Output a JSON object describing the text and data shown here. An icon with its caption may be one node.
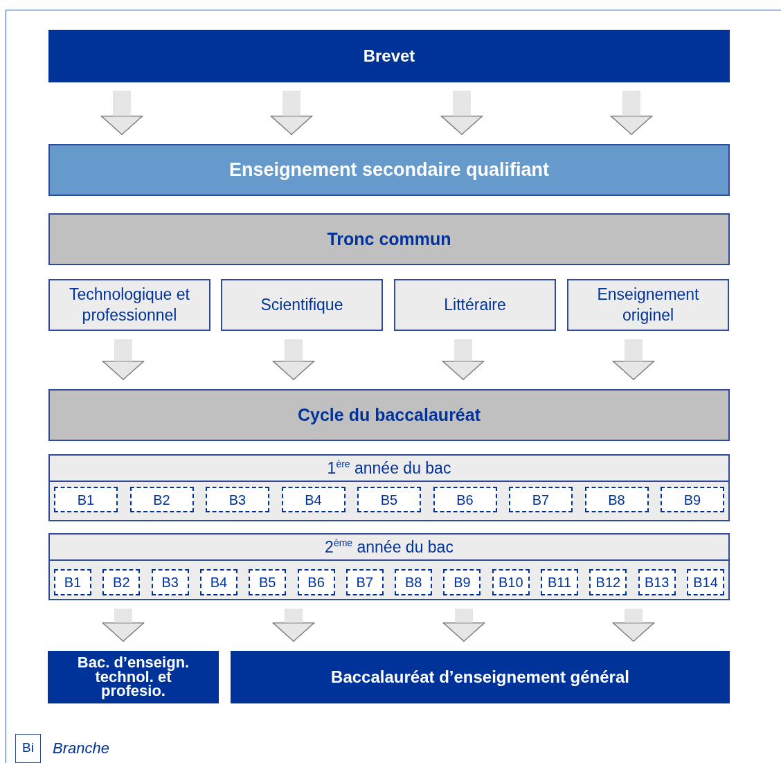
{
  "diagram": {
    "nodes": [
      {
        "text": [
          "Brevet"
        ]
      },
      {
        "text": [
          "Enseignement secondaire qualifiant"
        ]
      },
      {
        "text": [
          "Tronc commun"
        ]
      },
      {
        "text": [
          "Technologique et professionnel"
        ]
      },
      {
        "text": [
          "Scientifique"
        ]
      },
      {
        "text": [
          "Littéraire"
        ]
      },
      {
        "text": [
          "Enseignement originel"
        ]
      },
      {
        "text": [
          "Cycle du baccalauréat"
        ]
      },
      {
        "text": [
          "1$^{ère}$ année du bac"
        ]
      },
      {
        "text": [
          "B1"
        ],
        "in": 8
      },
      {
        "text": [
          "B2"
        ],
        "in": 8
      },
      {
        "text": [
          "B3"
        ],
        "in": 8
      },
      {
        "text": [
          "B4"
        ],
        "in": 8
      },
      {
        "text": [
          "B5"
        ],
        "in": 8
      },
      {
        "text": [
          "B6"
        ],
        "in": 8
      },
      {
        "text": [
          "B7"
        ],
        "in": 8
      },
      {
        "text": [
          "B8"
        ],
        "in": 8
      },
      {
        "text": [
          "B9"
        ],
        "in": 8
      },
      {
        "text": [
          "2$^{ème}$ année du bac"
        ]
      },
      {
        "text": [
          "B1"
        ],
        "in": 18
      },
      {
        "text": [
          "B2"
        ],
        "in": 18
      },
      {
        "text": [
          "B3"
        ],
        "in": 18
      },
      {
        "text": [
          "B4"
        ],
        "in": 18
      },
      {
        "text": [
          "B5"
        ],
        "in": 18
      },
      {
        "text": [
          "B6"
        ],
        "in": 18
      },
      {
        "text": [
          "B7"
        ],
        "in": 18
      },
      {
        "text": [
          "B8"
        ],
        "in": 18
      },
      {
        "text": [
          "B9"
        ],
        "in": 18
      },
      {
        "text": [
          "B10"
        ],
        "in": 18
      },
      {
        "text": [
          "B11"
        ],
        "in": 18
      },
      {
        "text": [
          "B12"
        ],
        "in": 18
      },
      {
        "text": [
          "B13"
        ],
        "in": 18
      },
      {
        "text": [
          "B14"
        ],
        "in": 18
      },
      {
        "text": [
          "Bac. d’enseign. technol. et profesio."
        ]
      },
      {
        "text": [
          "Baccalauréat d’enseignement général"
        ]
      }
    ],
    "edges": [
      {
        "from": 0,
        "to": 1,
        "arrow": "to"
      },
      {
        "from": 0,
        "to": 1,
        "arrow": "to"
      },
      {
        "from": 0,
        "to": 1,
        "arrow": "to"
      },
      {
        "from": 0,
        "to": 1,
        "arrow": "to"
      },
      {
        "from": 3,
        "to": 7,
        "arrow": "to"
      },
      {
        "from": 4,
        "to": 7,
        "arrow": "to"
      },
      {
        "from": 5,
        "to": 7,
        "arrow": "to"
      },
      {
        "from": 6,
        "to": 7,
        "arrow": "to"
      },
      {
        "from": 18,
        "to": 33,
        "arrow": "to"
      },
      {
        "from": 18,
        "to": 34,
        "arrow": "to"
      },
      {
        "from": 18,
        "to": 34,
        "arrow": "to"
      },
      {
        "from": 18,
        "to": 34,
        "arrow": "to"
      }
    ],
    "labels": [
      "Bi"
    ],
    "legend": [
      {
        "text": "Branche"
      }
    ]
  }
}
